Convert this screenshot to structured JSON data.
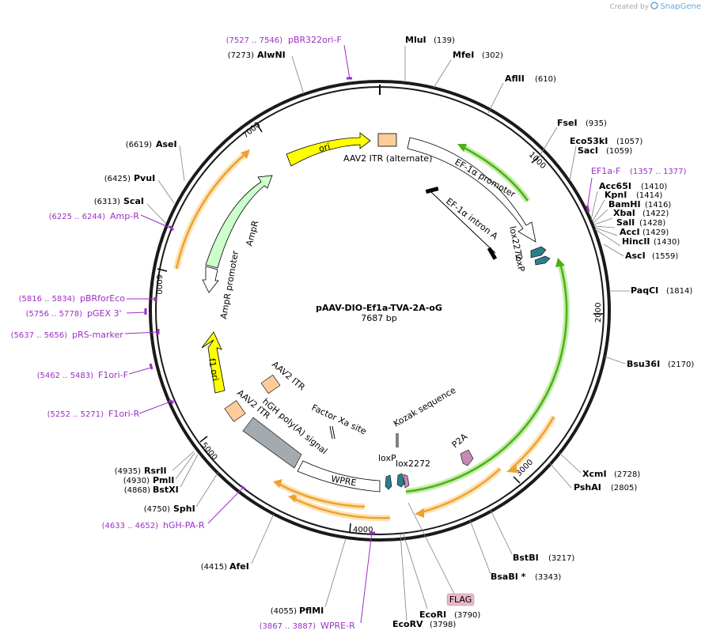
{
  "credit": {
    "prefix": "Created by",
    "brand": "SnapGene"
  },
  "plasmid": {
    "name": "pAAV-DIO-Ef1a-TVA-2A-oG",
    "size": "7687 bp"
  },
  "ticks": [
    "1000",
    "2000",
    "3000",
    "4000",
    "5000",
    "6000",
    "7000"
  ],
  "enzymes": [
    {
      "name": "MluI",
      "pos": "(139)"
    },
    {
      "name": "MfeI",
      "pos": "(302)"
    },
    {
      "name": "AflII",
      "pos": "(610)"
    },
    {
      "name": "FseI",
      "pos": "(935)"
    },
    {
      "name": "Eco53kI",
      "pos": "(1057)"
    },
    {
      "name": "SacI",
      "pos": "(1059)"
    },
    {
      "name": "Acc65I",
      "pos": "(1410)"
    },
    {
      "name": "KpnI",
      "pos": "(1414)"
    },
    {
      "name": "BamHI",
      "pos": "(1416)"
    },
    {
      "name": "XbaI",
      "pos": "(1422)"
    },
    {
      "name": "SalI",
      "pos": "(1428)"
    },
    {
      "name": "AccI",
      "pos": "(1429)"
    },
    {
      "name": "HincII",
      "pos": "(1430)"
    },
    {
      "name": "AscI",
      "pos": "(1559)"
    },
    {
      "name": "PaqCI",
      "pos": "(1814)"
    },
    {
      "name": "Bsu36I",
      "pos": "(2170)"
    },
    {
      "name": "XcmI",
      "pos": "(2728)"
    },
    {
      "name": "PshAI",
      "pos": "(2805)"
    },
    {
      "name": "BstBI",
      "pos": "(3217)"
    },
    {
      "name": "BsaBI *",
      "pos": "(3343)"
    },
    {
      "name": "EcoRI",
      "pos": "(3790)"
    },
    {
      "name": "EcoRV",
      "pos": "(3798)"
    },
    {
      "name": "PflMI",
      "pos": "(4055)"
    },
    {
      "name": "AfeI",
      "pos": "(4415)"
    },
    {
      "name": "SphI",
      "pos": "(4750)"
    },
    {
      "name": "BstXI",
      "pos": "(4868)"
    },
    {
      "name": "PmlI",
      "pos": "(4930)"
    },
    {
      "name": "RsrII",
      "pos": "(4935)"
    },
    {
      "name": "ScaI",
      "pos": "(6313)"
    },
    {
      "name": "PvuI",
      "pos": "(6425)"
    },
    {
      "name": "AseI",
      "pos": "(6619)"
    },
    {
      "name": "AlwNI",
      "pos": "(7273)"
    }
  ],
  "primers": [
    {
      "name": "pBR322ori-F",
      "pos": "(7527 .. 7546)"
    },
    {
      "name": "EF1a-F",
      "pos": "(1357 .. 1377)"
    },
    {
      "name": "Amp-R",
      "pos": "(6225 .. 6244)"
    },
    {
      "name": "pBRforEco",
      "pos": "(5816 .. 5834)"
    },
    {
      "name": "pGEX 3'",
      "pos": "(5756 .. 5778)"
    },
    {
      "name": "pRS-marker",
      "pos": "(5637 .. 5656)"
    },
    {
      "name": "F1ori-F",
      "pos": "(5462 .. 5483)"
    },
    {
      "name": "F1ori-R",
      "pos": "(5252 .. 5271)"
    },
    {
      "name": "hGH-PA-R",
      "pos": "(4633 .. 4652)"
    },
    {
      "name": "WPRE-R",
      "pos": "(3867 .. 3887)"
    }
  ],
  "features": {
    "ori": "ori",
    "itr_alt": "AAV2 ITR (alternate)",
    "ef1a_promoter": "EF-1α promoter",
    "ef1a_intron": "EF-1α intron A",
    "lox2272_top": "lox2272",
    "loxp_top": "loxP",
    "ampr": "AmpR",
    "ampr_promoter": "AmpR promoter",
    "f1_ori": "f1 ori",
    "itr_a": "AAV2 ITR",
    "itr_b": "AAV2 ITR",
    "hgh_polya": "hGH poly(A) signal",
    "factor_xa": "Factor Xa site",
    "kozak": "Kozak sequence",
    "p2a": "P2A",
    "loxp_bottom": "loxP",
    "lox2272_bottom": "lox2272",
    "wpre": "WPRE",
    "flag": "FLAG"
  },
  "colors": {
    "backbone": "#1a1a1a",
    "ori": "#ffff00",
    "itr": "#ffcc99",
    "ampr": "#ccffcc",
    "cds_orange": "#f0a030",
    "cds_green": "#4caf1a",
    "lox": "#2e7d8c",
    "p2a": "#c68ab8",
    "hgh": "#a3aab0",
    "primer": "#9b2fc4",
    "flag": "#e8b8c8"
  }
}
